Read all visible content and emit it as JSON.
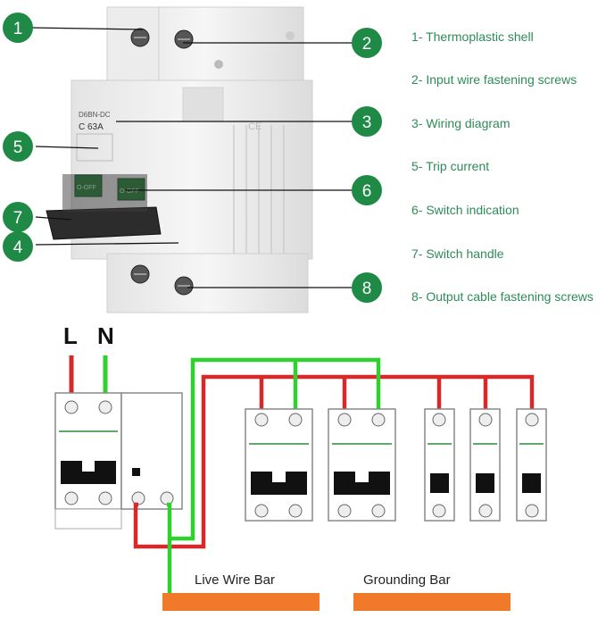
{
  "legend": [
    {
      "num": "1",
      "text": "1- Thermoplastic shell"
    },
    {
      "num": "2",
      "text": "2- Input wire fastening screws"
    },
    {
      "num": "3",
      "text": "3- Wiring diagram"
    },
    {
      "num": "5",
      "text": "5- Trip current"
    },
    {
      "num": "6",
      "text": "6- Switch indication"
    },
    {
      "num": "7",
      "text": "7- Switch handle"
    },
    {
      "num": "8",
      "text": "8- Output cable fastening screws"
    }
  ],
  "callouts": {
    "c1": "1",
    "c2": "2",
    "c3": "3",
    "c4": "4",
    "c5": "5",
    "c6": "6",
    "c7": "7",
    "c8": "8"
  },
  "breaker_face": {
    "model": "C 63A",
    "brand": "D6BN-DC",
    "switch": "O-OFF"
  },
  "poles": {
    "live": "L",
    "neutral": "N"
  },
  "bars": {
    "live": "Live Wire Bar",
    "ground": "Grounding Bar"
  },
  "colors": {
    "callout": "#1e8a45",
    "live_wire": "#d62a2a",
    "neutral_wire": "#2ed12e",
    "bar": "#f07a2a",
    "legend_text": "#2e8b57"
  }
}
